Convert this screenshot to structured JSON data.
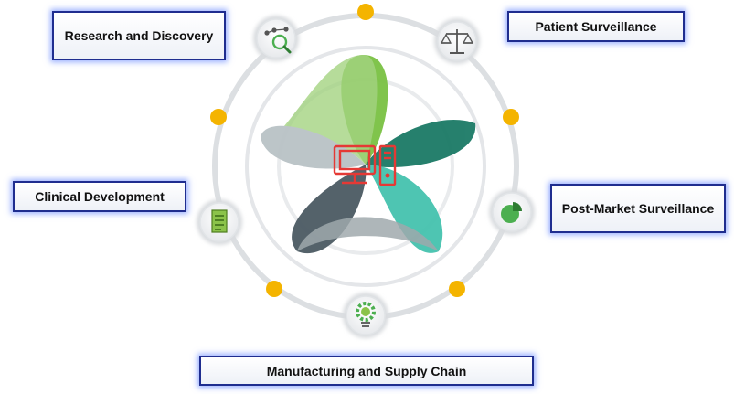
{
  "center_icon": "computer-icon",
  "stages": [
    {
      "id": "research",
      "label": "Research and Discovery",
      "icon": "molecule-search-icon"
    },
    {
      "id": "patient-surveillance",
      "label": "Patient Surveillance",
      "icon": "scales-icon"
    },
    {
      "id": "post-market",
      "label": "Post-Market Surveillance",
      "icon": "pie-chart-icon"
    },
    {
      "id": "manufacturing",
      "label": "Manufacturing and Supply Chain",
      "icon": "gear-bulb-icon"
    },
    {
      "id": "clinical",
      "label": "Clinical Development",
      "icon": "document-icon"
    }
  ],
  "colors": {
    "ring": "#dcdfe2",
    "connector_dot": "#f4b400",
    "label_border": "#1f2d8f",
    "label_glow": "#5a7cff",
    "center_icon": "#e53935",
    "lobe_light_green": "#9fd17a",
    "lobe_green": "#7ac143",
    "lobe_dark_teal": "#1b7a66",
    "lobe_teal": "#45c2ae",
    "lobe_slate": "#4b5a63",
    "lobe_grey": "#9aa4a8",
    "icon_green": "#4caf50"
  }
}
